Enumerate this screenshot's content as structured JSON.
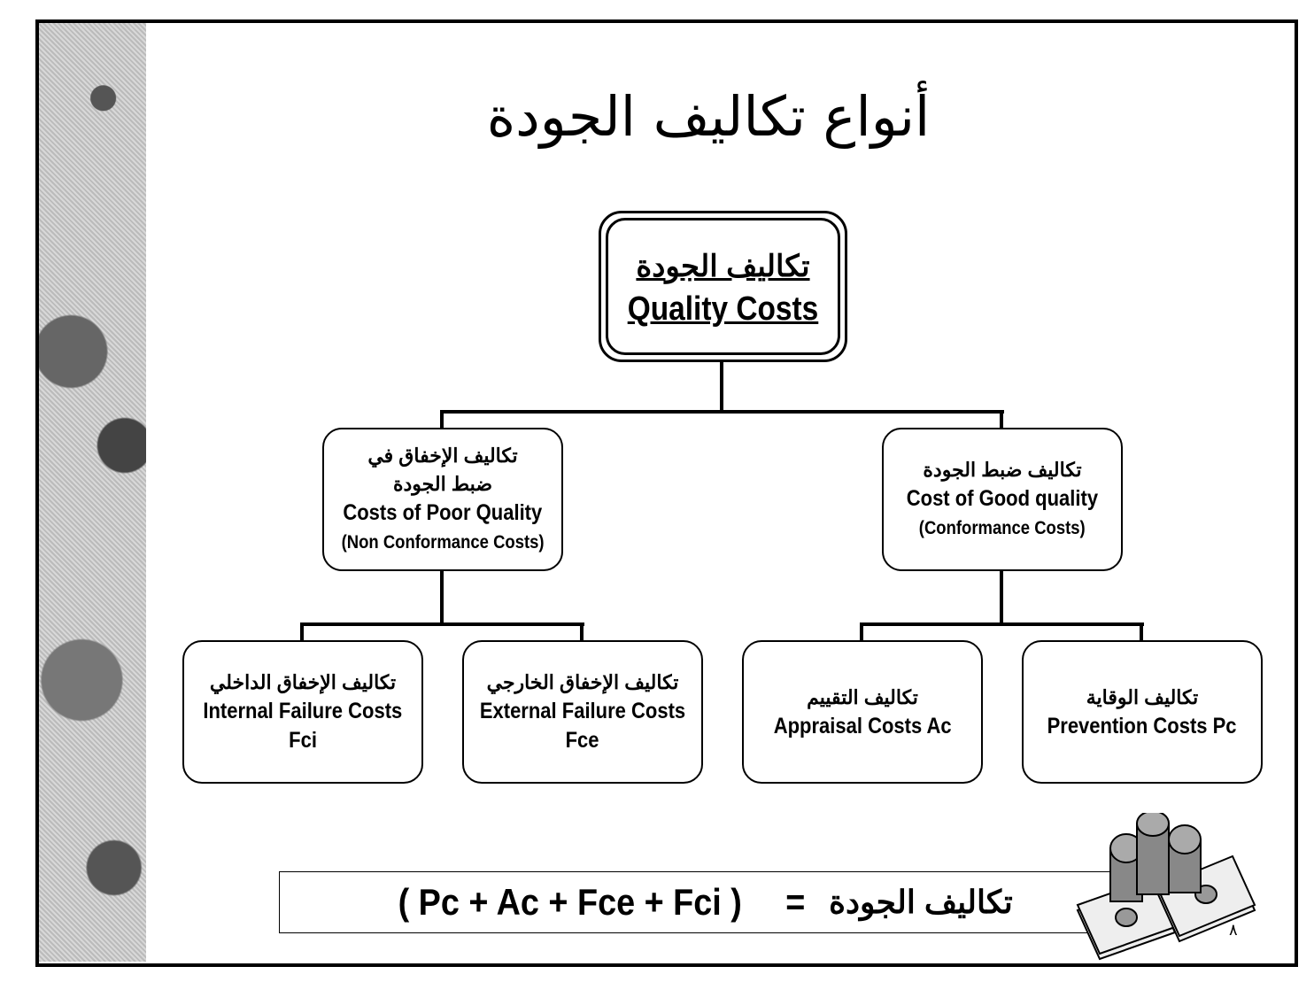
{
  "title": "أنواع تكاليف الجودة",
  "root": {
    "arabic": "تكاليف الجودة",
    "english": "Quality Costs"
  },
  "poor_quality": {
    "arabic_line1": "تكاليف الإخفاق في",
    "arabic_line2": "ضبط الجودة",
    "english": "Costs of Poor Quality",
    "subtitle": "(Non Conformance Costs)"
  },
  "good_quality": {
    "arabic": "تكاليف ضبط الجودة",
    "english": "Cost of Good quality",
    "subtitle": "(Conformance Costs)"
  },
  "internal_failure": {
    "arabic": "تكاليف الإخفاق الداخلي",
    "english": "Internal Failure Costs",
    "abbr": "Fci"
  },
  "external_failure": {
    "arabic": "تكاليف الإخفاق الخارجي",
    "english": "External Failure Costs",
    "abbr": "Fce"
  },
  "appraisal": {
    "arabic": "تكاليف التقييم",
    "english": "Appraisal Costs Ac"
  },
  "prevention": {
    "arabic": "تكاليف الوقاية",
    "english": "Prevention Costs Pc"
  },
  "formula": {
    "expression": "( Pc  +  Ac  + Fce  + Fci )",
    "equals": "=",
    "arabic": "تكاليف الجودة"
  },
  "page_number": "٨"
}
